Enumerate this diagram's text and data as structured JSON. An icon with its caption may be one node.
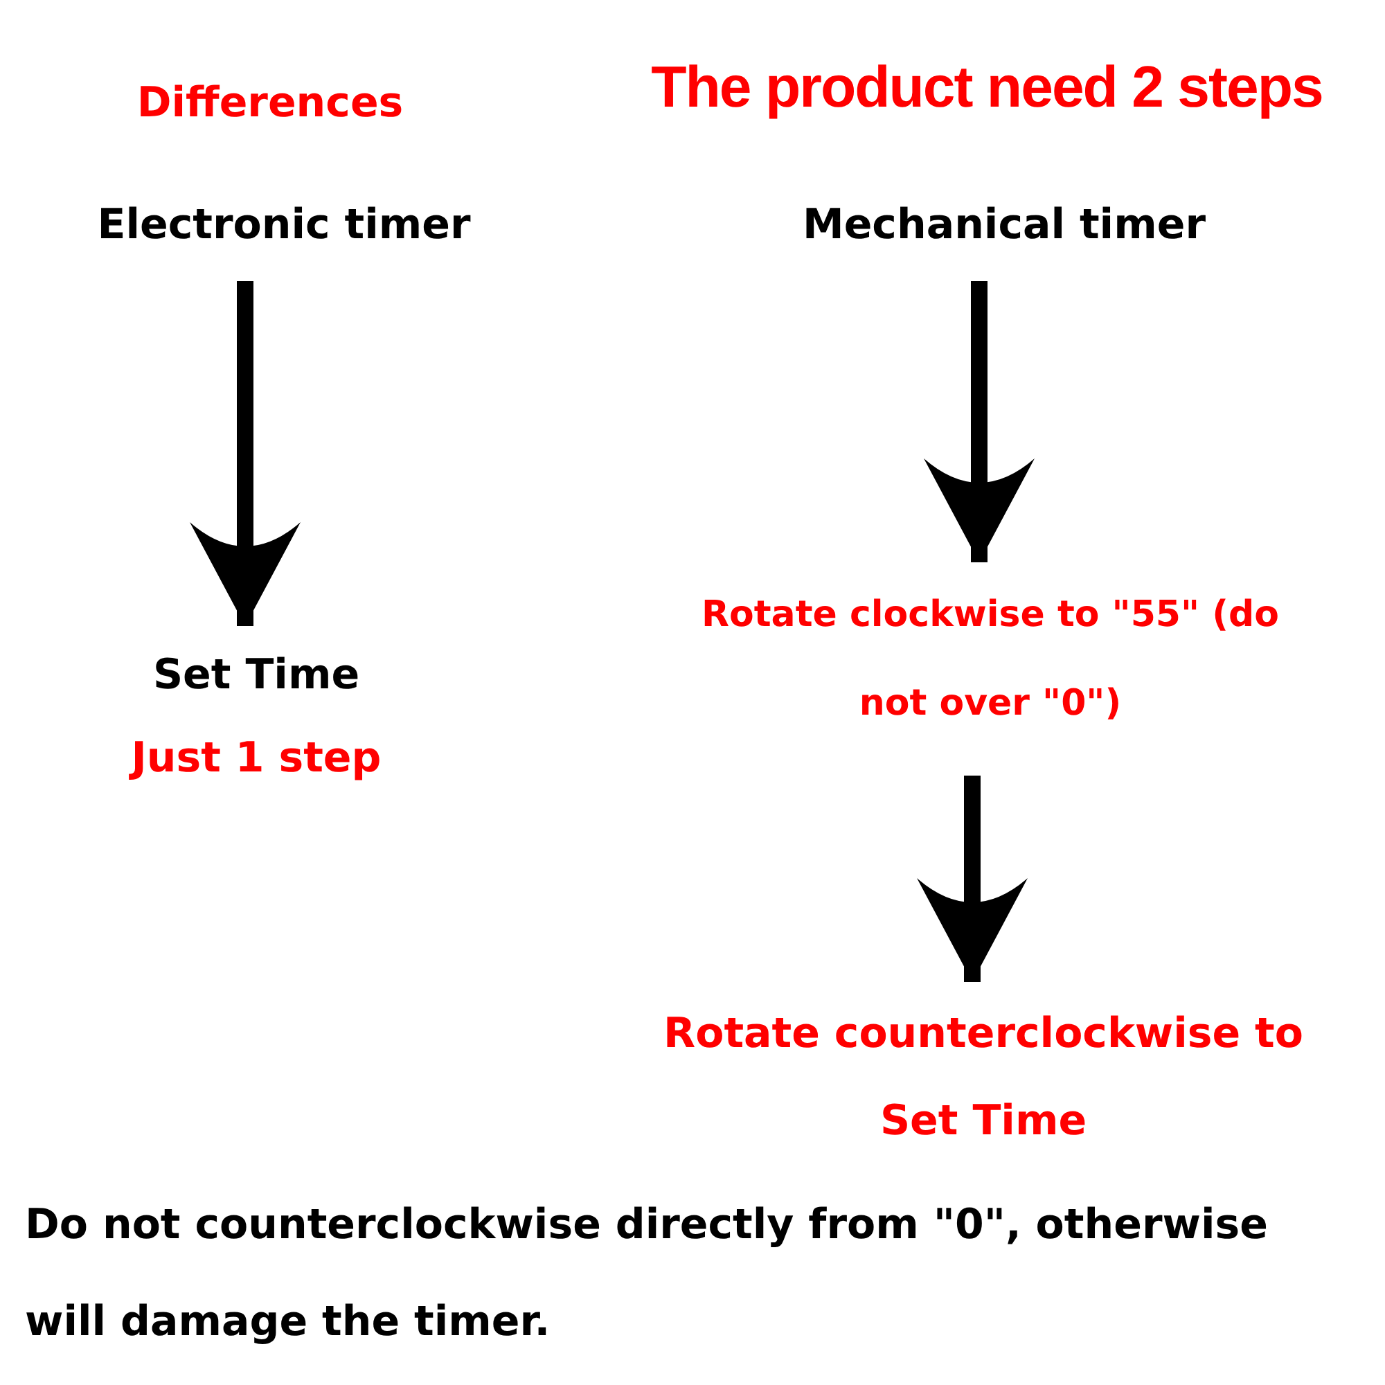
{
  "diagram": {
    "title": "The product need 2 steps",
    "nodes": [
      {
        "text": [
          "Electronic timer"
        ]
      },
      {
        "text": [
          "Set Time",
          "Just 1 step"
        ]
      },
      {
        "text": [
          "Mechanical timer"
        ]
      },
      {
        "text": [
          "Rotate clockwise to \"55\" (do not over \"0\")"
        ]
      },
      {
        "text": [
          "Rotate counterclockwise to Set Time"
        ]
      }
    ],
    "edges": [
      {
        "from": 0,
        "to": 1,
        "arrow": "to"
      },
      {
        "from": 2,
        "to": 3,
        "arrow": "to"
      },
      {
        "from": 3,
        "to": 4,
        "arrow": "to"
      }
    ],
    "labels": [
      "Differences",
      "Do not counterclockwise directly from \"0\", otherwise will damage the timer."
    ]
  }
}
